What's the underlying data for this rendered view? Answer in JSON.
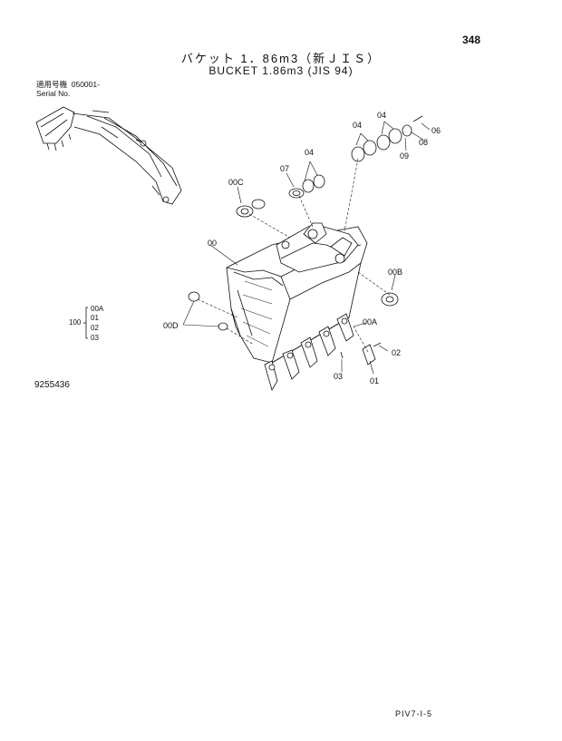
{
  "header": {
    "page_number": "348",
    "title_jp": "バケット 1．86m3（新ＪＩＳ）",
    "title_en": "BUCKET 1.86m3 (JIS 94)"
  },
  "applicability": {
    "label_jp": "適用号機",
    "serial_from": "050001-",
    "label_en": "Serial No."
  },
  "quantity_group": {
    "quantity": "100",
    "items": [
      "00A",
      "01",
      "02",
      "03"
    ]
  },
  "callouts": [
    "00",
    "00A",
    "00B",
    "00C",
    "00D",
    "01",
    "02",
    "03",
    "04",
    "04",
    "04",
    "06",
    "07",
    "08",
    "09"
  ],
  "document_number": "9255436",
  "footer": {
    "code": "PIV7-I-5"
  }
}
